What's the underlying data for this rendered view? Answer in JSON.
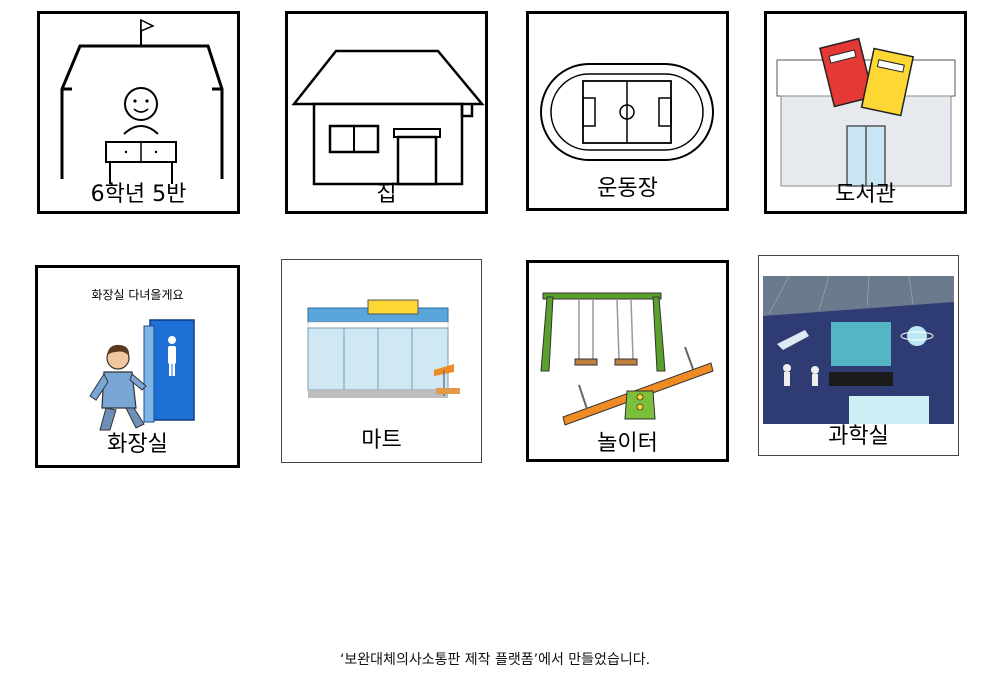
{
  "cards": [
    {
      "id": "class-6-5",
      "label": "6학년 5반",
      "icon": "school-classroom-icon"
    },
    {
      "id": "home",
      "label": "집",
      "icon": "house-icon"
    },
    {
      "id": "playground",
      "label": "운동장",
      "icon": "stadium-icon"
    },
    {
      "id": "library",
      "label": "도서관",
      "icon": "library-books-icon"
    },
    {
      "id": "restroom",
      "label": "화장실",
      "caption": "화장실 다녀올게요",
      "icon": "restroom-person-icon"
    },
    {
      "id": "mart",
      "label": "마트",
      "icon": "convenience-store-icon"
    },
    {
      "id": "playground-equipment",
      "label": "놀이터",
      "icon": "swing-seesaw-icon"
    },
    {
      "id": "science-room",
      "label": "과학실",
      "icon": "science-room-icon"
    }
  ],
  "footer": "‘보완대체의사소통판 제작 플랫폼’에서 만들었습니다.",
  "colors": {
    "border": "#000000",
    "library_red": "#e53935",
    "library_yellow": "#fdd835",
    "restroom_blue": "#1e6fd6",
    "seesaw_orange": "#f08a24",
    "swing_green": "#5aa02c"
  }
}
